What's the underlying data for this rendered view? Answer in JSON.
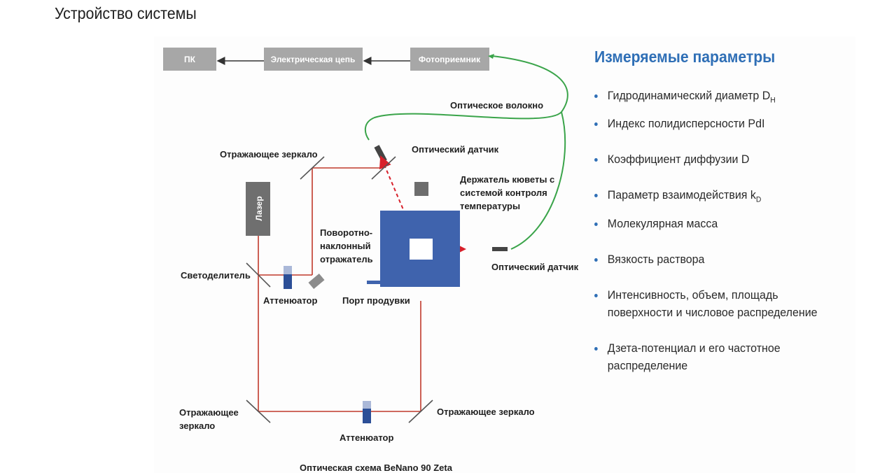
{
  "heading": "Устройство системы",
  "diagram": {
    "boxes": {
      "pc": "ПК",
      "circuit": "Электрическая цепь",
      "detector": "Фотоприемник",
      "laser": "Лазер"
    },
    "labels": {
      "fiber": "Оптическое волокно",
      "sensor_top": "Оптический датчик",
      "mirror_top": "Отражающее зеркало",
      "holder_l1": "Держатель кюветы с",
      "holder_l2": "системой контроля",
      "holder_l3": "температуры",
      "tilt_l1": "Поворотно-",
      "tilt_l2": "наклонный",
      "tilt_l3": "отражатель",
      "splitter": "Светоделитель",
      "attenuator1": "Аттенюатор",
      "purge": "Порт продувки",
      "sensor_right": "Оптический датчик",
      "mirror_bl_1": "Отражающее",
      "mirror_bl_2": "зеркало",
      "mirror_br": "Отражающее зеркало",
      "attenuator2": "Аттенюатор"
    },
    "caption": "Оптическая схема BeNano 90 Zeta",
    "colors": {
      "beam": "#c0392b",
      "fiber": "#3aa44a",
      "cell": "#3f63ad",
      "gray_box": "#a7a7a7"
    }
  },
  "parameters": {
    "title": "Измеряемые параметры",
    "items": [
      {
        "text": "Гидродинамический диаметр D",
        "sub": "H"
      },
      {
        "text": "Индекс полидисперсности PdI",
        "sub": ""
      },
      {
        "text": "Коэффициент диффузии D",
        "sub": ""
      },
      {
        "text": "Параметр взаимодействия k",
        "sub": "D"
      },
      {
        "text": "Молекулярная масса",
        "sub": ""
      },
      {
        "text": "Вязкость раствора",
        "sub": ""
      },
      {
        "text": "Интенсивность, объем, площадь поверхности и числовое распределение",
        "sub": ""
      },
      {
        "text": "Дзета-потенциал и его частотное распределение",
        "sub": ""
      }
    ]
  }
}
